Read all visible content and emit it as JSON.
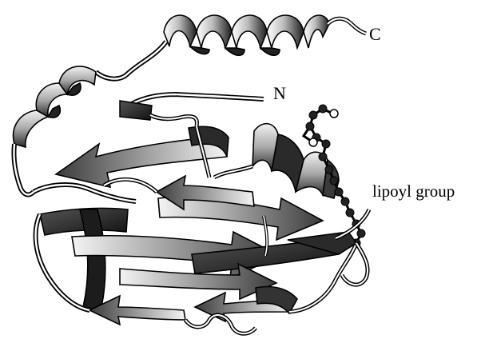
{
  "labels": {
    "c_terminus": "C",
    "n_terminus": "N",
    "lipoyl": "lipoyl group"
  },
  "colors": {
    "ink": "#000000",
    "background": "#ffffff",
    "ribbon_light": "#e6e6e6",
    "ribbon_mid": "#9e9e9e",
    "ribbon_dark": "#2a2a2a"
  }
}
